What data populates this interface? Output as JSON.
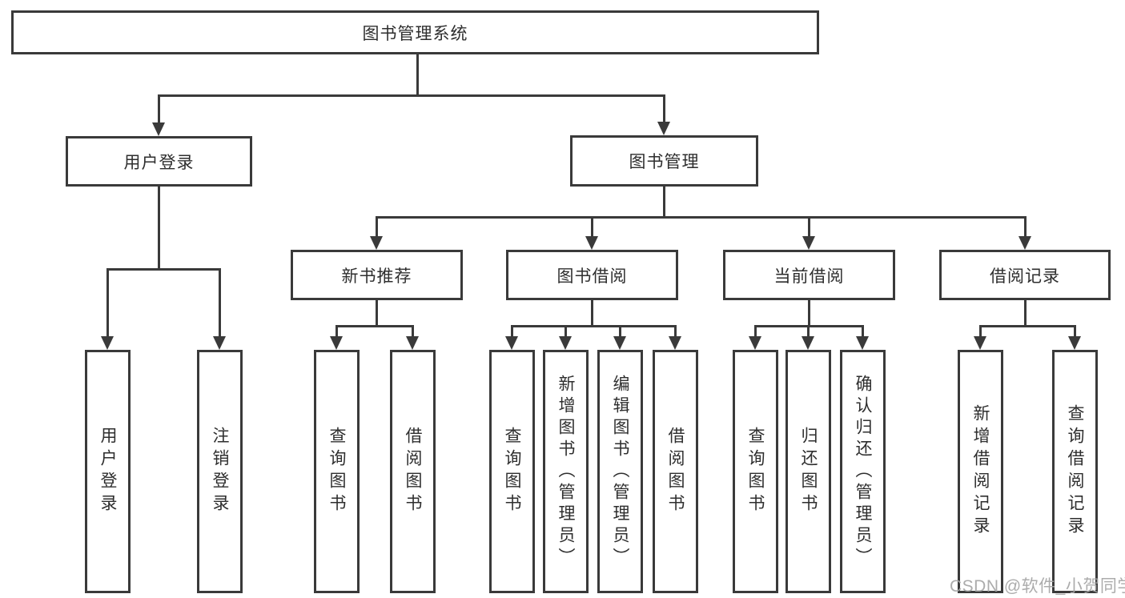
{
  "tree": {
    "root": {
      "label": "图书管理系统"
    },
    "level2": [
      {
        "label": "用户登录"
      },
      {
        "label": "图书管理"
      }
    ],
    "level3": [
      {
        "label": "新书推荐"
      },
      {
        "label": "图书借阅"
      },
      {
        "label": "当前借阅"
      },
      {
        "label": "借阅记录"
      }
    ],
    "leaves": {
      "user_login": [
        {
          "label": "用户登录"
        },
        {
          "label": "注销登录"
        }
      ],
      "new_book": [
        {
          "label": "查询图书"
        },
        {
          "label": "借阅图书"
        }
      ],
      "book_borrow": [
        {
          "label": "查询图书"
        },
        {
          "label": "新增图书（管理员）"
        },
        {
          "label": "编辑图书（管理员）"
        },
        {
          "label": "借阅图书"
        }
      ],
      "current_borrow": [
        {
          "label": "查询图书"
        },
        {
          "label": "归还图书"
        },
        {
          "label": "确认归还（管理员）"
        }
      ],
      "borrow_record": [
        {
          "label": "新增借阅记录"
        },
        {
          "label": "查询借阅记录"
        }
      ]
    }
  },
  "watermark": "CSDN @软件_小贺同学",
  "colors": {
    "line": "#3a3a3a",
    "text": "#2e2e2e",
    "watermark": "#a5a5a5",
    "background": "#ffffff"
  }
}
